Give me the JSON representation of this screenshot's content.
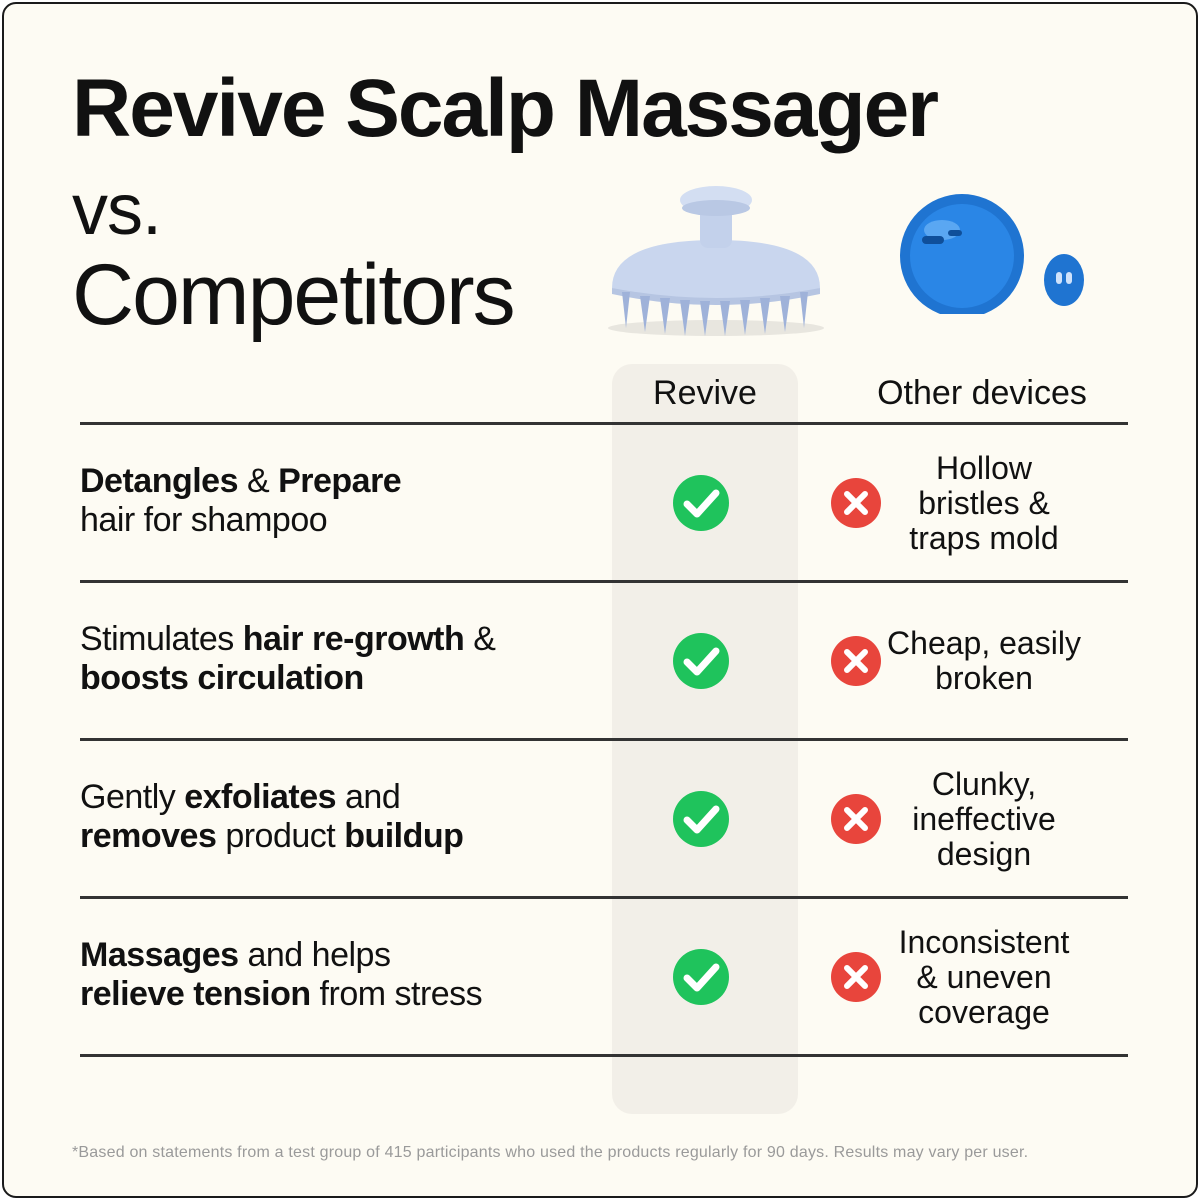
{
  "header": {
    "title": "Revive Scalp Massager",
    "vs": "vs.",
    "competitors": "Competitors"
  },
  "columns": {
    "revive": "Revive",
    "other": "Other devices"
  },
  "rows": [
    {
      "feature": [
        {
          "text": "Detangles",
          "bold": true
        },
        {
          "text": " & ",
          "bold": false
        },
        {
          "text": "Prepare",
          "bold": true
        },
        {
          "text": "\nhair for shampoo",
          "bold": false
        }
      ],
      "revive": "check",
      "other_icon": "cross",
      "other_text": "Hollow bristles & traps mold"
    },
    {
      "feature": [
        {
          "text": "Stimulates ",
          "bold": false
        },
        {
          "text": "hair re-growth",
          "bold": true
        },
        {
          "text": " &\n",
          "bold": false
        },
        {
          "text": "boosts circulation",
          "bold": true
        }
      ],
      "revive": "check",
      "other_icon": "cross",
      "other_text": "Cheap, easily broken"
    },
    {
      "feature": [
        {
          "text": "Gently ",
          "bold": false
        },
        {
          "text": "exfoliates",
          "bold": true
        },
        {
          "text": " and\n",
          "bold": false
        },
        {
          "text": "removes",
          "bold": true
        },
        {
          "text": " product ",
          "bold": false
        },
        {
          "text": "buildup",
          "bold": true
        }
      ],
      "revive": "check",
      "other_icon": "cross",
      "other_text": "Clunky, ineffective design"
    },
    {
      "feature": [
        {
          "text": "Massages",
          "bold": true
        },
        {
          "text": " and helps\n",
          "bold": false
        },
        {
          "text": "relieve tension",
          "bold": true
        },
        {
          "text": " from stress",
          "bold": false
        }
      ],
      "revive": "check",
      "other_icon": "cross",
      "other_text": "Inconsistent & uneven coverage"
    }
  ],
  "footnote": "*Based on statements from a test group of 415 participants who used the products regularly for 90 days. Results may vary per user.",
  "colors": {
    "background": "#fdfbf3",
    "revive_column": "#f2efe8",
    "check": "#1fc35c",
    "cross": "#e8453c",
    "revive_product": "#c9d6ee",
    "competitor_product": "#1f74d1"
  },
  "icons": {
    "check": "check-circle-icon",
    "cross": "x-circle-icon"
  }
}
